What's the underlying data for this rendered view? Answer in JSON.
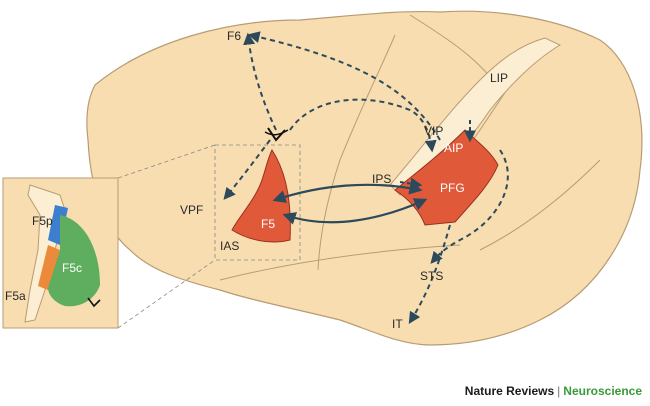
{
  "colors": {
    "brain_fill": "#f7ddb0",
    "brain_stroke": "#b99b73",
    "area_red": "#e05a3a",
    "area_blue": "#3c7fcf",
    "area_orange": "#ea8a3a",
    "area_green": "#5fae5f",
    "arrow": "#2d4a5c",
    "credit_green": "#3a9a3a"
  },
  "labels": {
    "f6": "F6",
    "lip": "LIP",
    "vip": "VIP",
    "aip": "AIP",
    "ips": "IPS",
    "pfg": "PFG",
    "vpf": "VPF",
    "f5": "F5",
    "ias": "IAS",
    "sts": "STS",
    "it": "IT",
    "f5p": "F5p",
    "f5c": "F5c",
    "f5a": "F5a"
  },
  "credit": {
    "publisher": "Nature Reviews",
    "separator": "|",
    "journal": "Neuroscience"
  },
  "icons": [
    "neuron-icon"
  ]
}
